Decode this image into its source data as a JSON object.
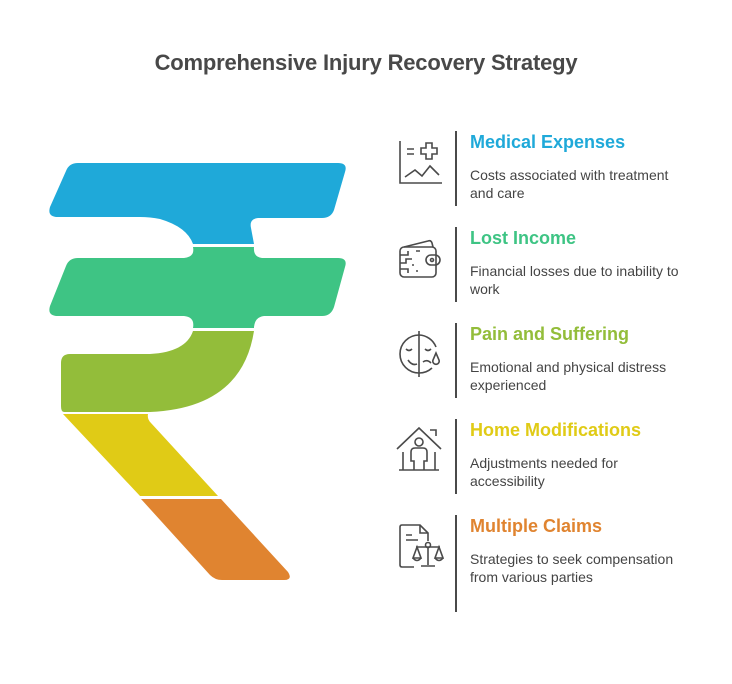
{
  "title": "Comprehensive Injury Recovery Strategy",
  "colors": {
    "blue": "#1FA9D9",
    "green": "#3EC484",
    "lime": "#93BD3A",
    "yellow": "#E0CB16",
    "orange": "#E08430",
    "text": "#444444",
    "divider": "#4A4A4A"
  },
  "items": [
    {
      "heading": "Medical Expenses",
      "description": "Costs associated with treatment and care",
      "icon": "medical-chart-icon",
      "color": "#1FA9D9"
    },
    {
      "heading": "Lost Income",
      "description": "Financial losses due to inability to work",
      "icon": "wallet-icon",
      "color": "#3EC484"
    },
    {
      "heading": "Pain and Suffering",
      "description": "Emotional and physical distress experienced",
      "icon": "sad-face-icon",
      "color": "#93BD3A"
    },
    {
      "heading": "Home Modifications",
      "description": "Adjustments needed for accessibility",
      "icon": "house-person-icon",
      "color": "#E0CB16"
    },
    {
      "heading": "Multiple Claims",
      "description": "Strategies to seek compensation from various parties",
      "icon": "legal-document-scales-icon",
      "color": "#E08430"
    }
  ]
}
